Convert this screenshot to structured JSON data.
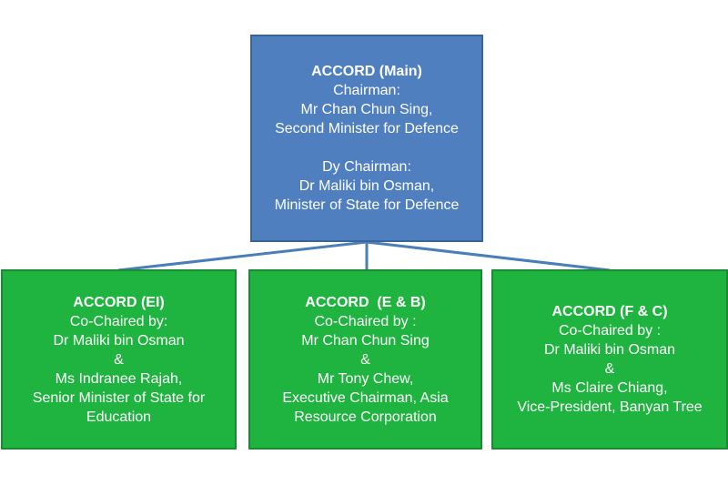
{
  "main": {
    "title": "ACCORD (Main)",
    "chair_role": "Chairman:",
    "chair_name": "Mr Chan Chun Sing,",
    "chair_post": "Second Minister for Defence",
    "dy_role": "Dy Chairman:",
    "dy_name": "Dr Maliki bin Osman,",
    "dy_post": "Minister of State for Defence"
  },
  "children": {
    "ei": {
      "title": "ACCORD (EI)",
      "cochair": "Co-Chaired by:",
      "person1": "Dr Maliki bin  Osman",
      "amp": "&",
      "person2": "Ms Indranee Rajah,",
      "post_line1": "Senior Minister of State for",
      "post_line2": "Education"
    },
    "eb": {
      "title": "ACCORD  (E & B)",
      "cochair": "Co-Chaired by :",
      "person1": "Mr Chan Chun Sing",
      "amp": "&",
      "person2": "Mr Tony Chew,",
      "post_line1": "Executive Chairman, Asia",
      "post_line2": "Resource Corporation"
    },
    "fc": {
      "title": "ACCORD (F & C)",
      "cochair": "Co-Chaired by :",
      "person1": "Dr Maliki bin Osman",
      "amp": "&",
      "person2": "Ms Claire Chiang,",
      "post_line1": "Vice-President, Banyan Tree"
    }
  },
  "colors": {
    "main_fill": "#4f7fbe",
    "child_fill": "#1fb33f",
    "connector": "#4a7ebb"
  }
}
